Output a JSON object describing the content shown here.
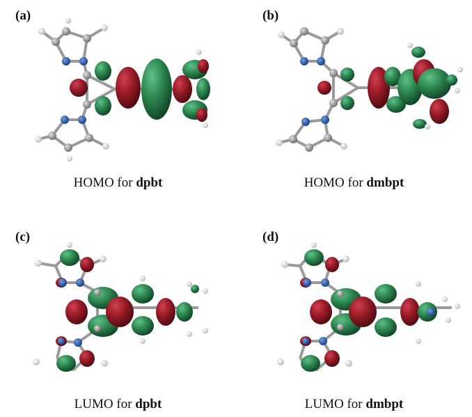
{
  "panels": [
    {
      "label": "(a)",
      "caption_prefix": "HOMO for",
      "molecule": "dpbt"
    },
    {
      "label": "(b)",
      "caption_prefix": "HOMO for",
      "molecule": "dmbpt"
    },
    {
      "label": "(c)",
      "caption_prefix": "LUMO for",
      "molecule": "dpbt"
    },
    {
      "label": "(d)",
      "caption_prefix": "LUMO for",
      "molecule": "dmbpt"
    }
  ],
  "colors": {
    "positive_lobe": "#8b1a24",
    "negative_lobe": "#2c7a47",
    "carbon": "#8f8f8f",
    "nitrogen": "#1f4fa0",
    "hydrogen": "#e8e8e8",
    "bond": "#9a9a9a"
  }
}
